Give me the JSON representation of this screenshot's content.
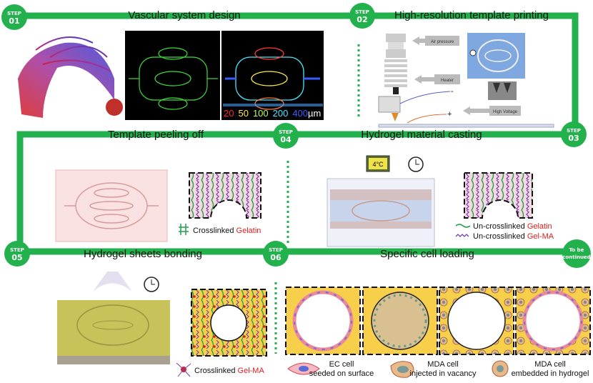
{
  "colors": {
    "path_green": "#22b14c",
    "gelatin_text": "#e02020",
    "gelma_text": "#e02020",
    "yellow": "#f7cf4a"
  },
  "steps": [
    {
      "label": "STEP",
      "num": "01",
      "title": "Vascular system design"
    },
    {
      "label": "STEP",
      "num": "02",
      "title": "High-resolution template printing"
    },
    {
      "label": "STEP",
      "num": "03",
      "title": "Hydrogel material casting"
    },
    {
      "label": "STEP",
      "num": "04",
      "title": "Template peeling off"
    },
    {
      "label": "STEP",
      "num": "05",
      "title": "Hydrogel sheets bonding"
    },
    {
      "label": "STEP",
      "num": "06",
      "title": "Specific cell loading"
    }
  ],
  "continued": {
    "line1": "To be",
    "line2": "continued"
  },
  "scale": {
    "values": [
      "20",
      "50",
      "100",
      "200",
      "400"
    ],
    "unit": "µm",
    "colors": [
      "#ff2a2a",
      "#ffe84a",
      "#b6ff4a",
      "#4ae8ff",
      "#3a5bff"
    ]
  },
  "printer": {
    "air": "Air pressure",
    "heater": "Heater",
    "voltage": "High Voltage",
    "minus": "-",
    "plus": "+"
  },
  "casting": {
    "temp": "4°C"
  },
  "legends": {
    "crosslinked": "Crosslinked ",
    "gelatin": "Gelatin",
    "uncrosslinked": "Un-crosslinked ",
    "gelma": "Gel-MA"
  },
  "cells": [
    {
      "line1": "EC cell",
      "line2": "seeded on surface"
    },
    {
      "line1": "MDA cell",
      "line2": "injected in vacancy"
    },
    {
      "line1": "MDA cell",
      "line2": "embedded in hydrogel"
    }
  ]
}
